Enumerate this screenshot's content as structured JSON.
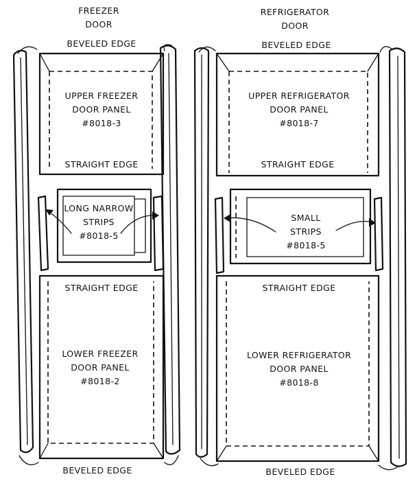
{
  "freezer": {
    "heading_line1": "FREEZER",
    "heading_line2": "DOOR",
    "top_edge": "BEVELED EDGE",
    "upper_panel": {
      "line1": "UPPER FREEZER",
      "line2": "DOOR PANEL",
      "part": "#8018-3"
    },
    "upper_bottom_edge": "STRAIGHT EDGE",
    "strips": {
      "line1": "LONG NARROW",
      "line2": "STRIPS",
      "part": "#8018-5"
    },
    "lower_top_edge": "STRAIGHT EDGE",
    "lower_panel": {
      "line1": "LOWER FREEZER",
      "line2": "DOOR PANEL",
      "part": "#8018-2"
    },
    "bottom_edge": "BEVELED EDGE"
  },
  "refrigerator": {
    "heading_line1": "REFRIGERATOR",
    "heading_line2": "DOOR",
    "top_edge": "BEVELED EDGE",
    "upper_panel": {
      "line1": "UPPER REFRIGERATOR",
      "line2": "DOOR PANEL",
      "part": "#8018-7"
    },
    "upper_bottom_edge": "STRAIGHT EDGE",
    "strips": {
      "line1": "SMALL",
      "line2": "STRIPS",
      "part": "#8018-5"
    },
    "lower_top_edge": "STRAIGHT EDGE",
    "lower_panel": {
      "line1": "LOWER REFRIGERATOR",
      "line2": "DOOR PANEL",
      "part": "#8018-8"
    },
    "bottom_edge": "BEVELED EDGE"
  }
}
